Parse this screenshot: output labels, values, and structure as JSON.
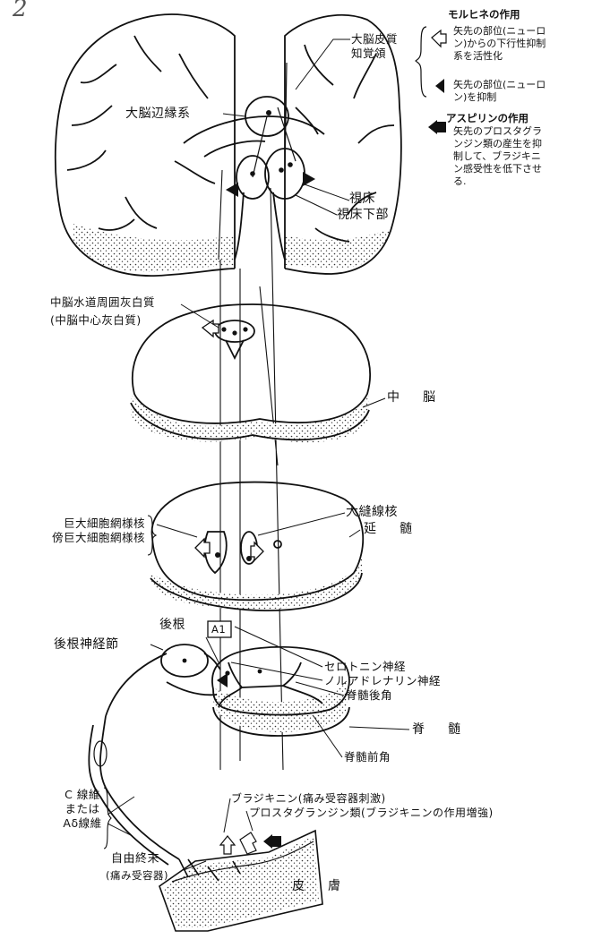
{
  "figure_number": "2",
  "legend": {
    "morphine_title": "モルヒネの作用",
    "morphine_item1": [
      "矢先の部位(ニューロ",
      "ン)からの下行性抑制",
      "系を活性化"
    ],
    "morphine_item2": [
      "矢先の部位(ニューロ",
      "ン)を抑制"
    ],
    "aspirin_title": "アスピリンの作用",
    "aspirin_item": [
      "矢先のプロスタグラ",
      "ンジン類の産生を抑",
      "制して、ブラジキニ",
      "ン感受性を低下させ",
      "る."
    ]
  },
  "labels": {
    "cortex": [
      "大脳皮質",
      "知覚領"
    ],
    "limbic": "大脳辺縁系",
    "thalamus": "視床",
    "hypothalamus": "視床下部",
    "pag": "中脳水道周囲灰白質",
    "pag_alt": "(中脳中心灰白質)",
    "midbrain": "中　脳",
    "raphe": "大縫線核",
    "reticular": [
      "巨大細胞網様核",
      "傍巨大細胞網様核"
    ],
    "medulla": "延　髄",
    "a1": "A1",
    "dorsal_root": "後根",
    "drg": "後根神経節",
    "serotonin": "セロトニン神経",
    "noradrenaline": "ノルアドレナリン神経",
    "dorsal_horn": "脊髄後角",
    "spinal_cord": "脊　髄",
    "ventral_horn": "脊髄前角",
    "bradykinin": "ブラジキニン(痛み受容器刺激)",
    "prostaglandin": "プロスタグランジン類(ブラジキニンの作用増強)",
    "fiber": [
      "C 線維",
      "または",
      "Aδ線維"
    ],
    "free_ending": "自由終末",
    "free_ending_alt": "(痛み受容器)",
    "skin": "皮　膚"
  }
}
